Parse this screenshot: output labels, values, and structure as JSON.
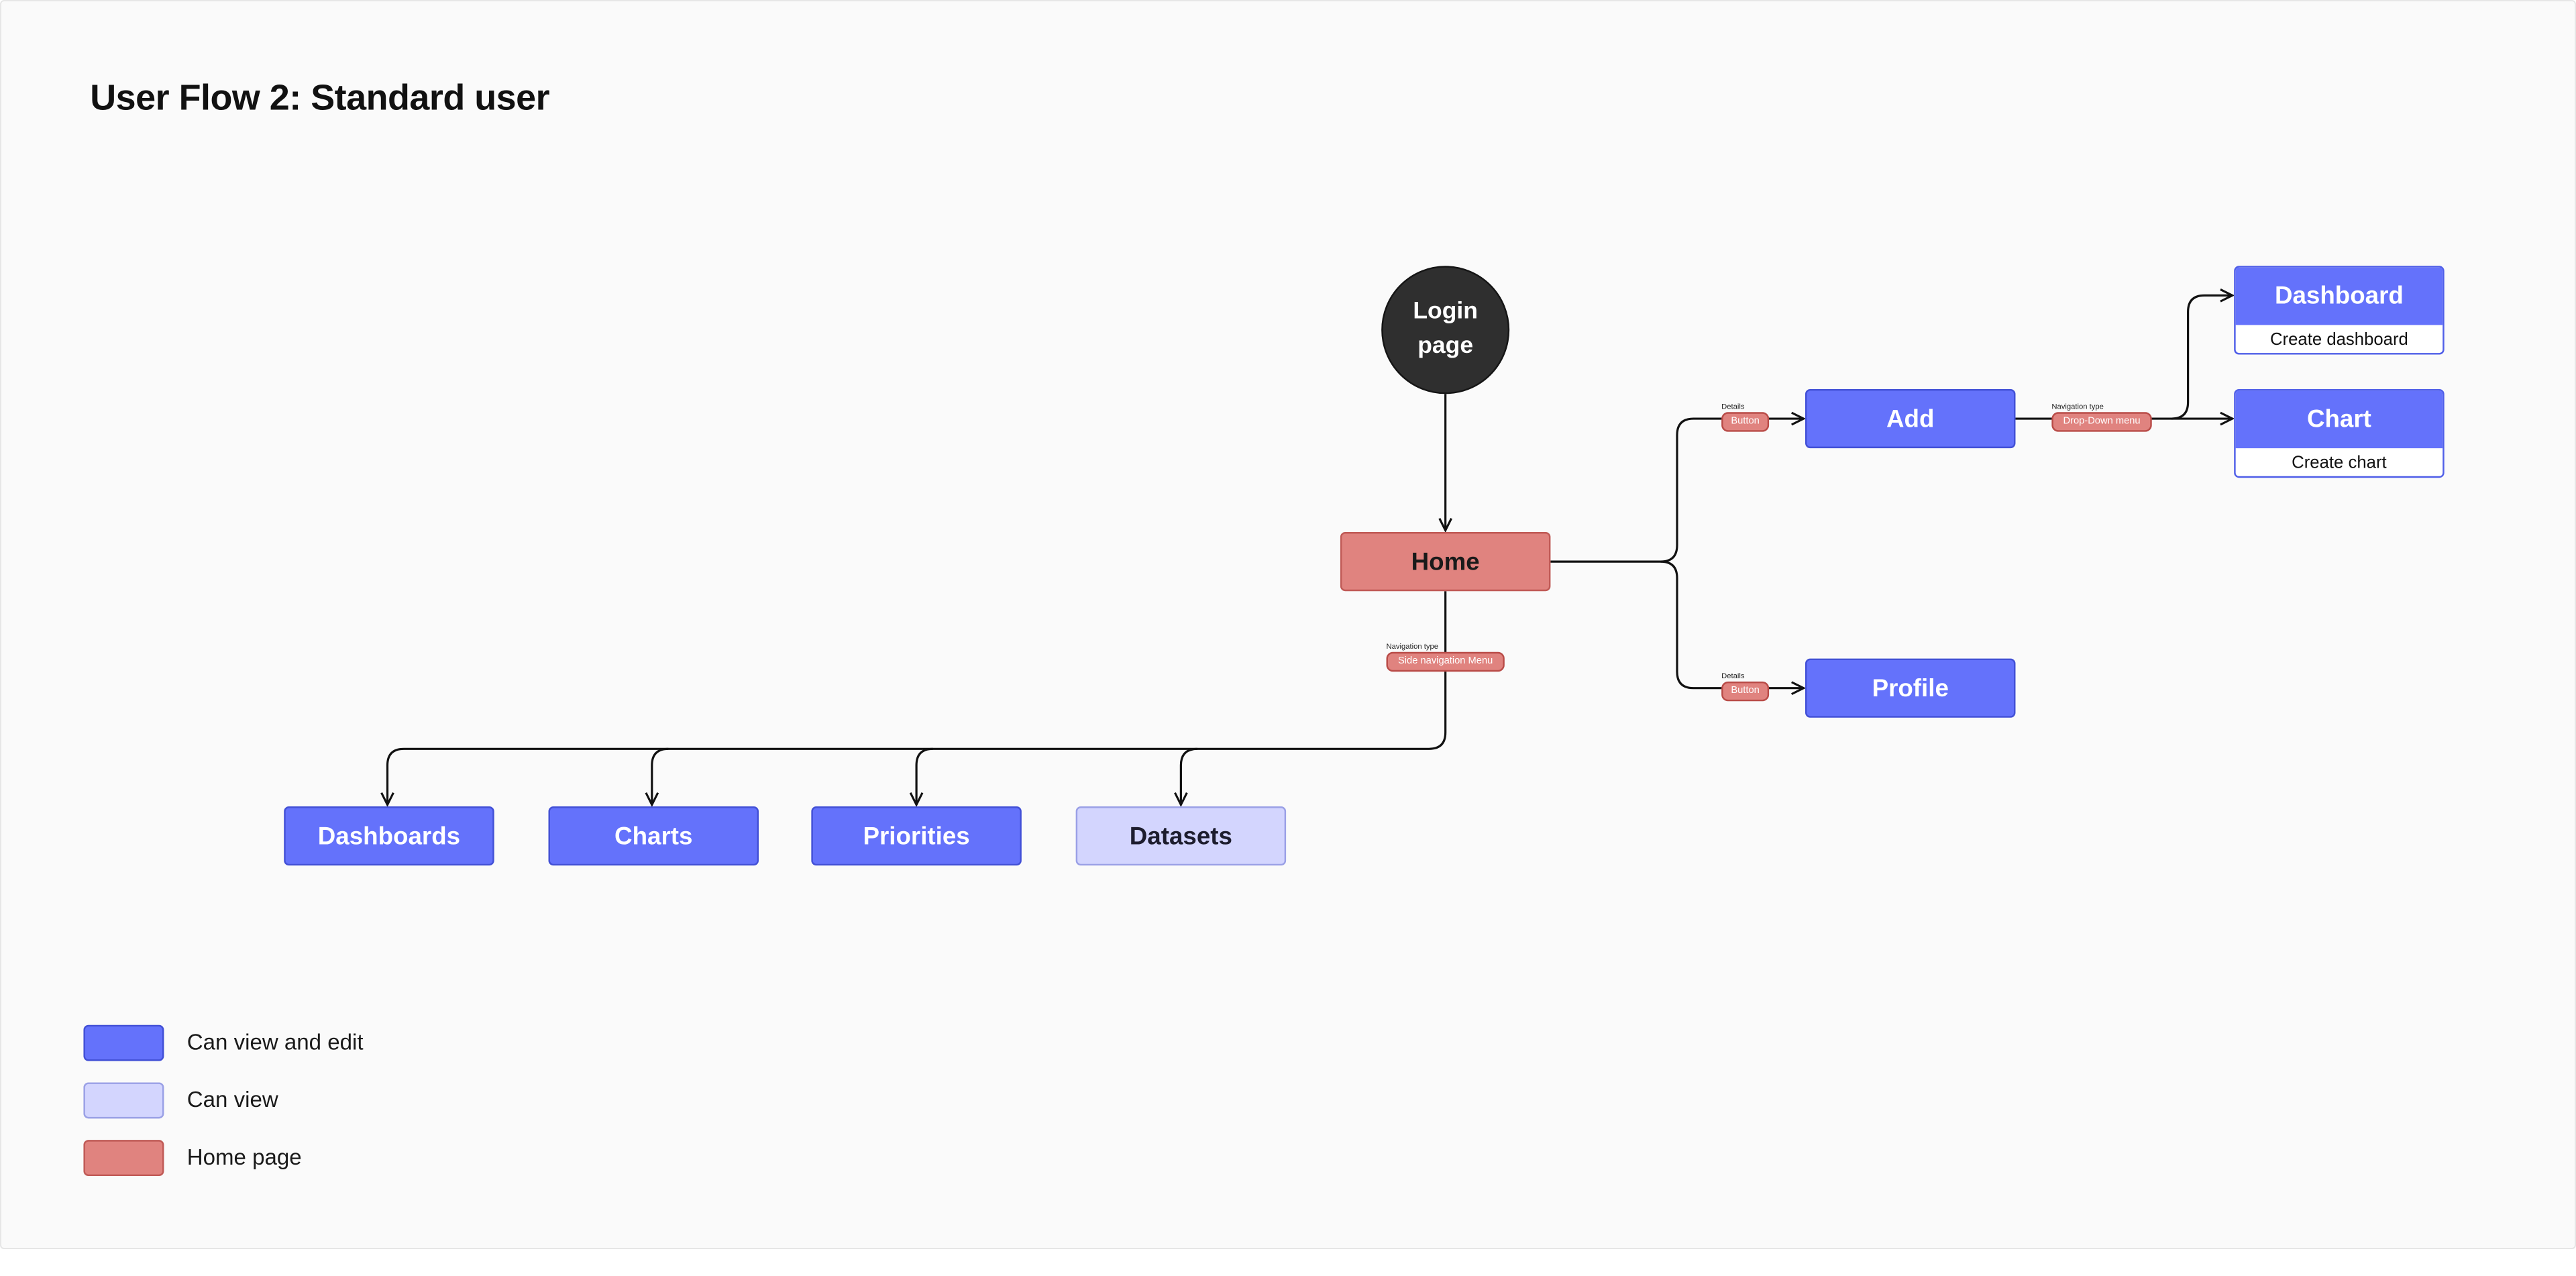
{
  "title": "User Flow 2: Standard user",
  "nodes": {
    "login": [
      "Login",
      "page"
    ],
    "home": "Home",
    "add": "Add",
    "profile": "Profile",
    "dashboards": "Dashboards",
    "charts": "Charts",
    "priorities": "Priorities",
    "datasets": "Datasets"
  },
  "cards": {
    "dashboard": {
      "title": "Dashboard",
      "subtitle": "Create dashboard"
    },
    "chart": {
      "title": "Chart",
      "subtitle": "Create chart"
    }
  },
  "edge_labels": {
    "side_nav": {
      "caption": "Navigation type",
      "label": "Side navigation Menu"
    },
    "add_button": {
      "caption": "Details",
      "label": "Button"
    },
    "profile_button": {
      "caption": "Details",
      "label": "Button"
    },
    "dropdown": {
      "caption": "Navigation type",
      "label": "Drop-Down menu"
    }
  },
  "legend": [
    {
      "label": "Can view and edit",
      "color": "#6472fb"
    },
    {
      "label": "Can view",
      "color": "#d3d5fe"
    },
    {
      "label": "Home page",
      "color": "#e0837f"
    }
  ],
  "colors": {
    "edit": "#6472fb",
    "view": "#d3d5fe",
    "home": "#e0837f",
    "login": "#2f2f2f"
  }
}
